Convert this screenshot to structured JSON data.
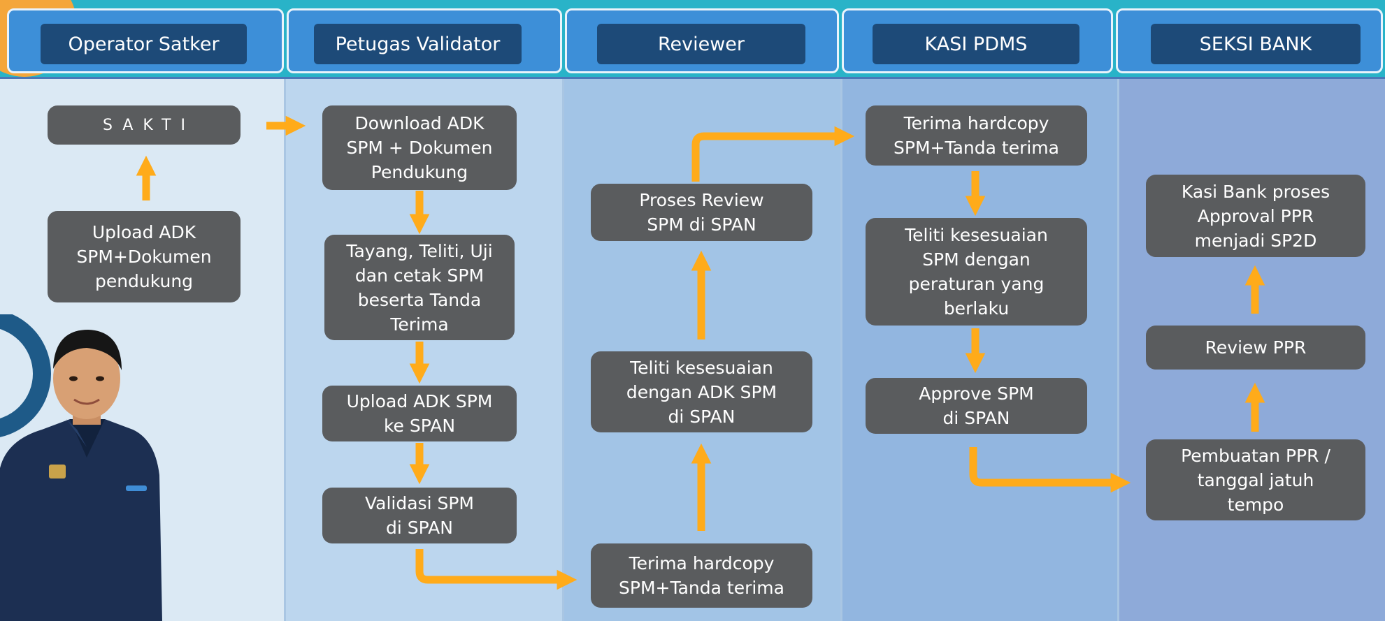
{
  "colors": {
    "header_band": "#29b3c8",
    "header_cell": "#3d8fd8",
    "header_label": "#1d4a78",
    "process_box": "#5a5c5e",
    "arrow": "#ffab1a",
    "lane_1": "#dbe9f4",
    "lane_2": "#bcd6ee",
    "lane_3": "#a2c4e6",
    "lane_4": "#92b6e0",
    "lane_5": "#8eaad9"
  },
  "lanes": [
    {
      "title": "Operator Satker"
    },
    {
      "title": "Petugas Validator"
    },
    {
      "title": "Reviewer"
    },
    {
      "title": "KASI PDMS"
    },
    {
      "title": "SEKSI BANK"
    }
  ],
  "steps": {
    "sakti": "SAKTI",
    "upload_adk": "Upload ADK\nSPM+Dokumen\npendukung",
    "download_adk": "Download ADK\nSPM + Dokumen\nPendukung",
    "tayang": "Tayang, Teliti, Uji\ndan cetak SPM\nbeserta Tanda\nTerima",
    "upload_span": "Upload ADK SPM\nke SPAN",
    "validasi": "Validasi SPM\ndi SPAN",
    "terima_reviewer": "Terima hardcopy\nSPM+Tanda terima",
    "teliti_reviewer": "Teliti kesesuaian\ndengan ADK SPM\ndi SPAN",
    "proses_review": "Proses Review\nSPM di SPAN",
    "terima_kasi": "Terima hardcopy\nSPM+Tanda terima",
    "teliti_kasi": "Teliti kesesuaian\nSPM dengan\nperaturan yang\nberlaku",
    "approve": "Approve SPM\ndi SPAN",
    "pembuatan_ppr": "Pembuatan PPR /\ntanggal jatuh\ntempo",
    "review_ppr": "Review PPR",
    "kasi_bank": "Kasi Bank proses\nApproval PPR\nmenjadi SP2D"
  },
  "presenter": {
    "icon": "person-photo",
    "shirt_color": "#1c2f52"
  }
}
